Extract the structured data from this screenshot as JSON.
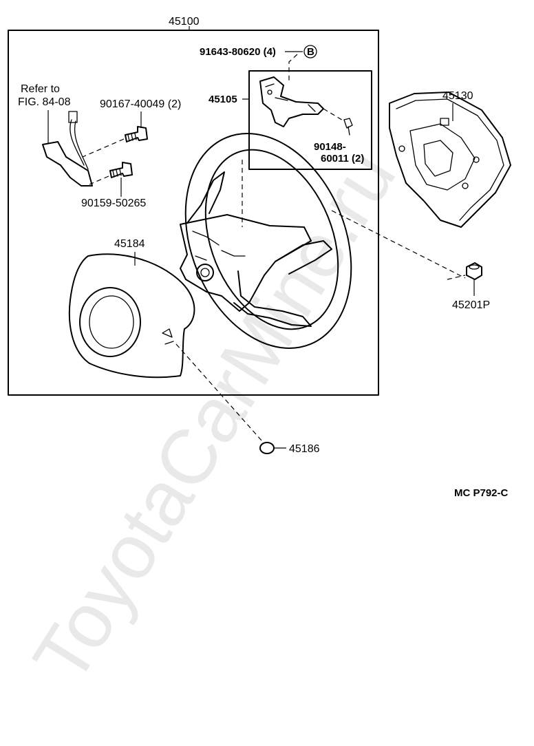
{
  "labels": {
    "assembly": "45100",
    "screw_b": "91643-80620 (4)",
    "ref_marker": "B",
    "bracket": "45105",
    "refer_line1": "Refer to",
    "refer_line2": "FIG. 84-08",
    "bolt_upper": "90167-40049 (2)",
    "bolt_lower": "90159-50265",
    "screw_small_line1": "90148-",
    "screw_small_line2": "60011 (2)",
    "pad": "45130",
    "cover": "45184",
    "nut": "45201P",
    "cap": "45186",
    "code": "MC  P792-C"
  },
  "watermark": "ToyotaCarMine.ru"
}
